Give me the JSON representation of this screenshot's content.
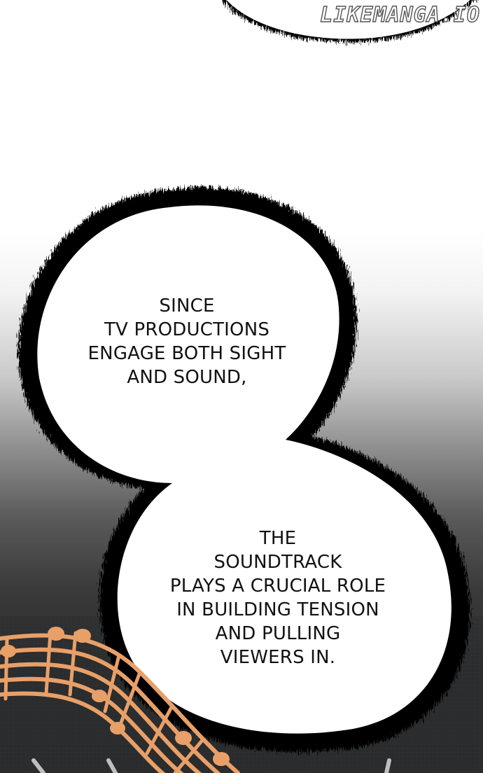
{
  "watermark": {
    "text": "LIKEMANGA.IO"
  },
  "bubbles": [
    {
      "id": "bubble-1",
      "lines": [
        "SINCE",
        "TV PRODUCTIONS",
        "ENGAGE BOTH SIGHT",
        "AND SOUND,"
      ]
    },
    {
      "id": "bubble-2",
      "lines": [
        "THE",
        "SOUNDTRACK",
        "PLAYS A CRUCIAL ROLE",
        "IN BUILDING TENSION",
        "AND PULLING",
        "VIEWERS IN."
      ]
    }
  ],
  "decorations": {
    "top_bubble_edge": "speech-bubble-edge",
    "music_staff": "music-staff-ribbon-icon",
    "music_staff_color": "#e8a068",
    "background_top": "#ffffff",
    "background_bottom": "#272a2c",
    "bubble_fill": "#ffffff",
    "bubble_border": "#000000"
  }
}
